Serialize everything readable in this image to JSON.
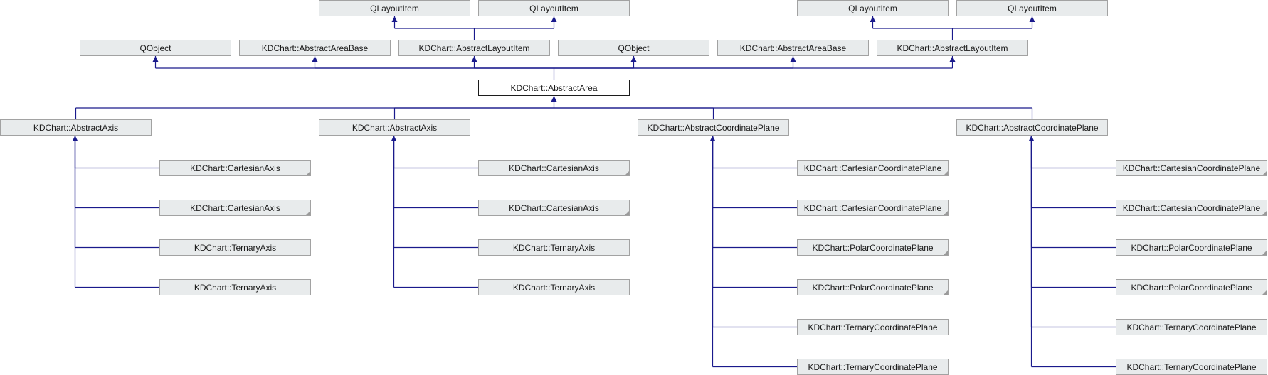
{
  "diagram": {
    "title": "",
    "nodes": {
      "qli1": "QLayoutItem",
      "qli2": "QLayoutItem",
      "qli3": "QLayoutItem",
      "qli4": "QLayoutItem",
      "qobj1": "QObject",
      "aab1": "KDChart::AbstractAreaBase",
      "ali1": "KDChart::AbstractLayoutItem",
      "qobj2": "QObject",
      "aab2": "KDChart::AbstractAreaBase",
      "ali2": "KDChart::AbstractLayoutItem",
      "area": "KDChart::AbstractArea",
      "axis1": "KDChart::AbstractAxis",
      "axis2": "KDChart::AbstractAxis",
      "cp1": "KDChart::AbstractCoordinatePlane",
      "cp2": "KDChart::AbstractCoordinatePlane",
      "c1a": "KDChart::CartesianAxis",
      "c1b": "KDChart::CartesianAxis",
      "c1c": "KDChart::TernaryAxis",
      "c1d": "KDChart::TernaryAxis",
      "c2a": "KDChart::CartesianAxis",
      "c2b": "KDChart::CartesianAxis",
      "c2c": "KDChart::TernaryAxis",
      "c2d": "KDChart::TernaryAxis",
      "c3a": "KDChart::CartesianCoordinatePlane",
      "c3b": "KDChart::CartesianCoordinatePlane",
      "c3c": "KDChart::PolarCoordinatePlane",
      "c3d": "KDChart::PolarCoordinatePlane",
      "c3e": "KDChart::TernaryCoordinatePlane",
      "c3f": "KDChart::TernaryCoordinatePlane",
      "c4a": "KDChart::CartesianCoordinatePlane",
      "c4b": "KDChart::CartesianCoordinatePlane",
      "c4c": "KDChart::PolarCoordinatePlane",
      "c4d": "KDChart::PolarCoordinatePlane",
      "c4e": "KDChart::TernaryCoordinatePlane",
      "c4f": "KDChart::TernaryCoordinatePlane"
    },
    "edges": [
      {
        "from": "ali1",
        "to": "qli1"
      },
      {
        "from": "ali1",
        "to": "qli2"
      },
      {
        "from": "ali2",
        "to": "qli3"
      },
      {
        "from": "ali2",
        "to": "qli4"
      },
      {
        "from": "area",
        "to": "qobj1"
      },
      {
        "from": "area",
        "to": "aab1"
      },
      {
        "from": "area",
        "to": "ali1"
      },
      {
        "from": "area",
        "to": "qobj2"
      },
      {
        "from": "area",
        "to": "aab2"
      },
      {
        "from": "area",
        "to": "ali2"
      },
      {
        "from": "axis1",
        "to": "area"
      },
      {
        "from": "axis2",
        "to": "area"
      },
      {
        "from": "cp1",
        "to": "area"
      },
      {
        "from": "cp2",
        "to": "area"
      },
      {
        "from": "c1a",
        "to": "axis1"
      },
      {
        "from": "c1b",
        "to": "axis1"
      },
      {
        "from": "c1c",
        "to": "axis1"
      },
      {
        "from": "c1d",
        "to": "axis1"
      },
      {
        "from": "c2a",
        "to": "axis2"
      },
      {
        "from": "c2b",
        "to": "axis2"
      },
      {
        "from": "c2c",
        "to": "axis2"
      },
      {
        "from": "c2d",
        "to": "axis2"
      },
      {
        "from": "c3a",
        "to": "cp1"
      },
      {
        "from": "c3b",
        "to": "cp1"
      },
      {
        "from": "c3c",
        "to": "cp1"
      },
      {
        "from": "c3d",
        "to": "cp1"
      },
      {
        "from": "c3e",
        "to": "cp1"
      },
      {
        "from": "c3f",
        "to": "cp1"
      },
      {
        "from": "c4a",
        "to": "cp2"
      },
      {
        "from": "c4b",
        "to": "cp2"
      },
      {
        "from": "c4c",
        "to": "cp2"
      },
      {
        "from": "c4d",
        "to": "cp2"
      },
      {
        "from": "c4e",
        "to": "cp2"
      },
      {
        "from": "c4f",
        "to": "cp2"
      }
    ],
    "colors": {
      "edge": "#1a1a8c",
      "node_fill": "#e8ebec",
      "node_border": "#a2a2a2",
      "focus_border": "#1c1c1c"
    }
  }
}
